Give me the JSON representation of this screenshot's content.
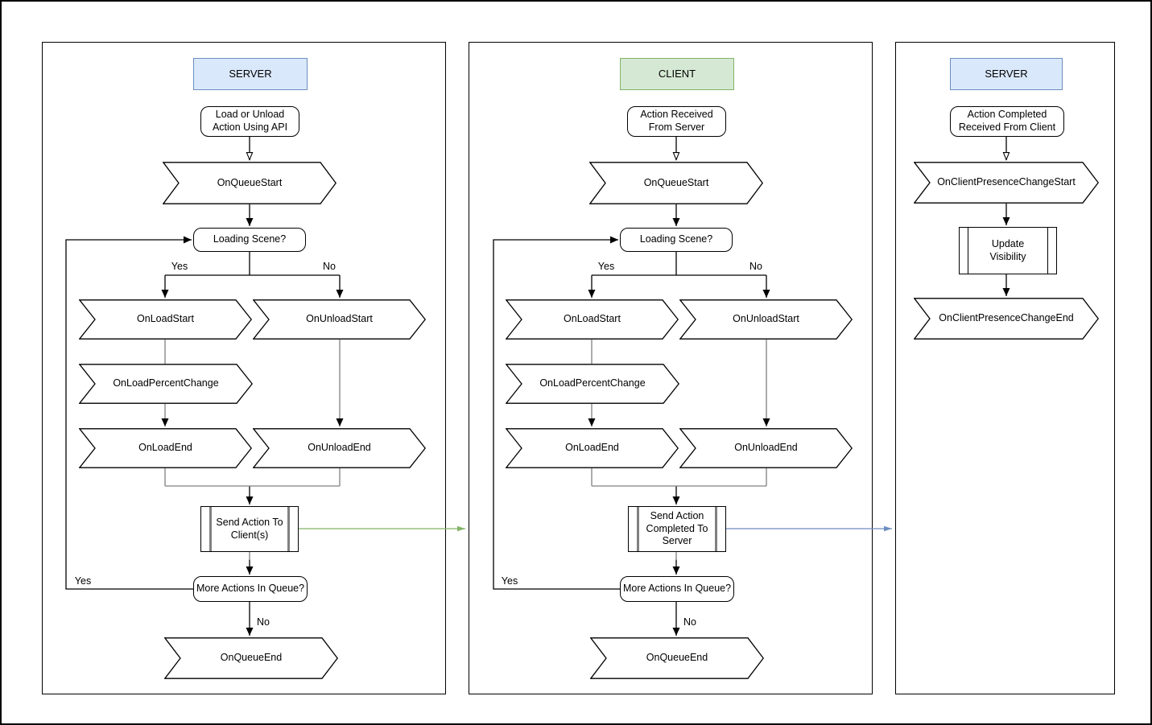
{
  "colors": {
    "server_header_fill": "#dae8fc",
    "server_header_border": "#6c8ebf",
    "client_header_fill": "#d5e8d4",
    "client_header_border": "#82b366",
    "arrow_to_client": "#82b366",
    "arrow_to_server": "#6c8ebf",
    "connector": "#000000",
    "connector_muted": "#808080",
    "shape_border": "#000000",
    "shape_fill": "#ffffff"
  },
  "panels": {
    "server_queue": {
      "header": "SERVER",
      "start": "Load or Unload Action Using API",
      "on_queue_start": "OnQueueStart",
      "loading_scene": "Loading Scene?",
      "branch_yes": "Yes",
      "branch_no": "No",
      "on_load_start": "OnLoadStart",
      "on_unload_start": "OnUnloadStart",
      "on_load_percent_change": "OnLoadPercentChange",
      "on_load_end": "OnLoadEnd",
      "on_unload_end": "OnUnloadEnd",
      "send_action": "Send Action To Client(s)",
      "more_actions": "More Actions In Queue?",
      "loop_yes": "Yes",
      "exit_no": "No",
      "on_queue_end": "OnQueueEnd"
    },
    "client_queue": {
      "header": "CLIENT",
      "start": "Action Received From Server",
      "on_queue_start": "OnQueueStart",
      "loading_scene": "Loading Scene?",
      "branch_yes": "Yes",
      "branch_no": "No",
      "on_load_start": "OnLoadStart",
      "on_unload_start": "OnUnloadStart",
      "on_load_percent_change": "OnLoadPercentChange",
      "on_load_end": "OnLoadEnd",
      "on_unload_end": "OnUnloadEnd",
      "send_action": "Send Action Completed To Server",
      "more_actions": "More Actions In Queue?",
      "loop_yes": "Yes",
      "exit_no": "No",
      "on_queue_end": "OnQueueEnd"
    },
    "server_presence": {
      "header": "SERVER",
      "start": "Action Completed Received From Client",
      "on_client_presence_change_start": "OnClientPresenceChangeStart",
      "update_visibility": "Update Visibility",
      "on_client_presence_change_end": "OnClientPresenceChangeEnd"
    }
  }
}
